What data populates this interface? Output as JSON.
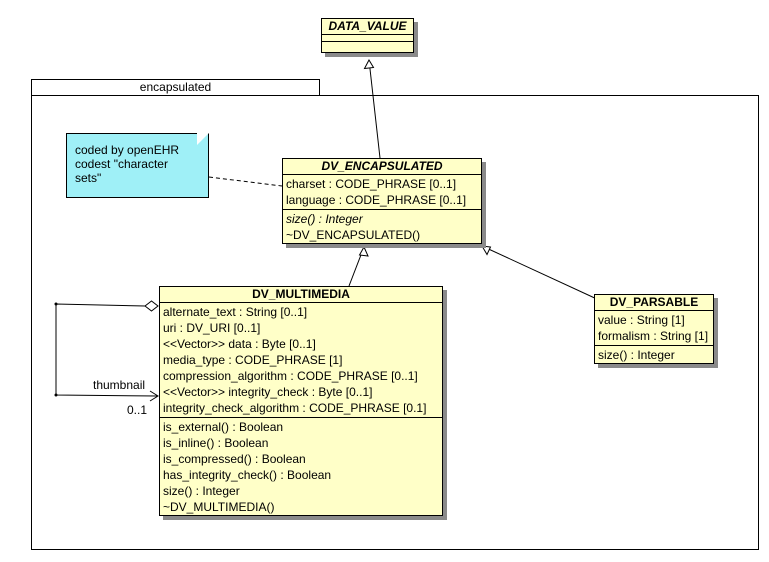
{
  "package": {
    "name": "encapsulated"
  },
  "classes": {
    "data_value": {
      "name": "DATA_VALUE",
      "attributes": [],
      "operations": []
    },
    "dv_encapsulated": {
      "name": "DV_ENCAPSULATED",
      "attributes": [
        "charset : CODE_PHRASE [0..1]",
        "language : CODE_PHRASE [0..1]"
      ],
      "operations": [
        "size() : Integer",
        "~DV_ENCAPSULATED()"
      ]
    },
    "dv_multimedia": {
      "name": "DV_MULTIMEDIA",
      "attributes": [
        "alternate_text : String [0..1]",
        "uri : DV_URI [0..1]",
        "<<Vector>> data : Byte [0..1]",
        "media_type : CODE_PHRASE [1]",
        "compression_algorithm : CODE_PHRASE [0..1]",
        "<<Vector>> integrity_check : Byte [0..1]",
        "integrity_check_algorithm : CODE_PHRASE [0.1]"
      ],
      "operations": [
        "is_external() : Boolean",
        "is_inline() : Boolean",
        "is_compressed() : Boolean",
        "has_integrity_check() : Boolean",
        "size() : Integer",
        "~DV_MULTIMEDIA()"
      ]
    },
    "dv_parsable": {
      "name": "DV_PARSABLE",
      "attributes": [
        "value : String [1]",
        "formalism : String [1]"
      ],
      "operations": [
        "size() : Integer"
      ]
    }
  },
  "note": {
    "text": "coded by openEHR\ncodest \"character\nsets\""
  },
  "association": {
    "role": "thumbnail",
    "multiplicity": "0..1"
  }
}
